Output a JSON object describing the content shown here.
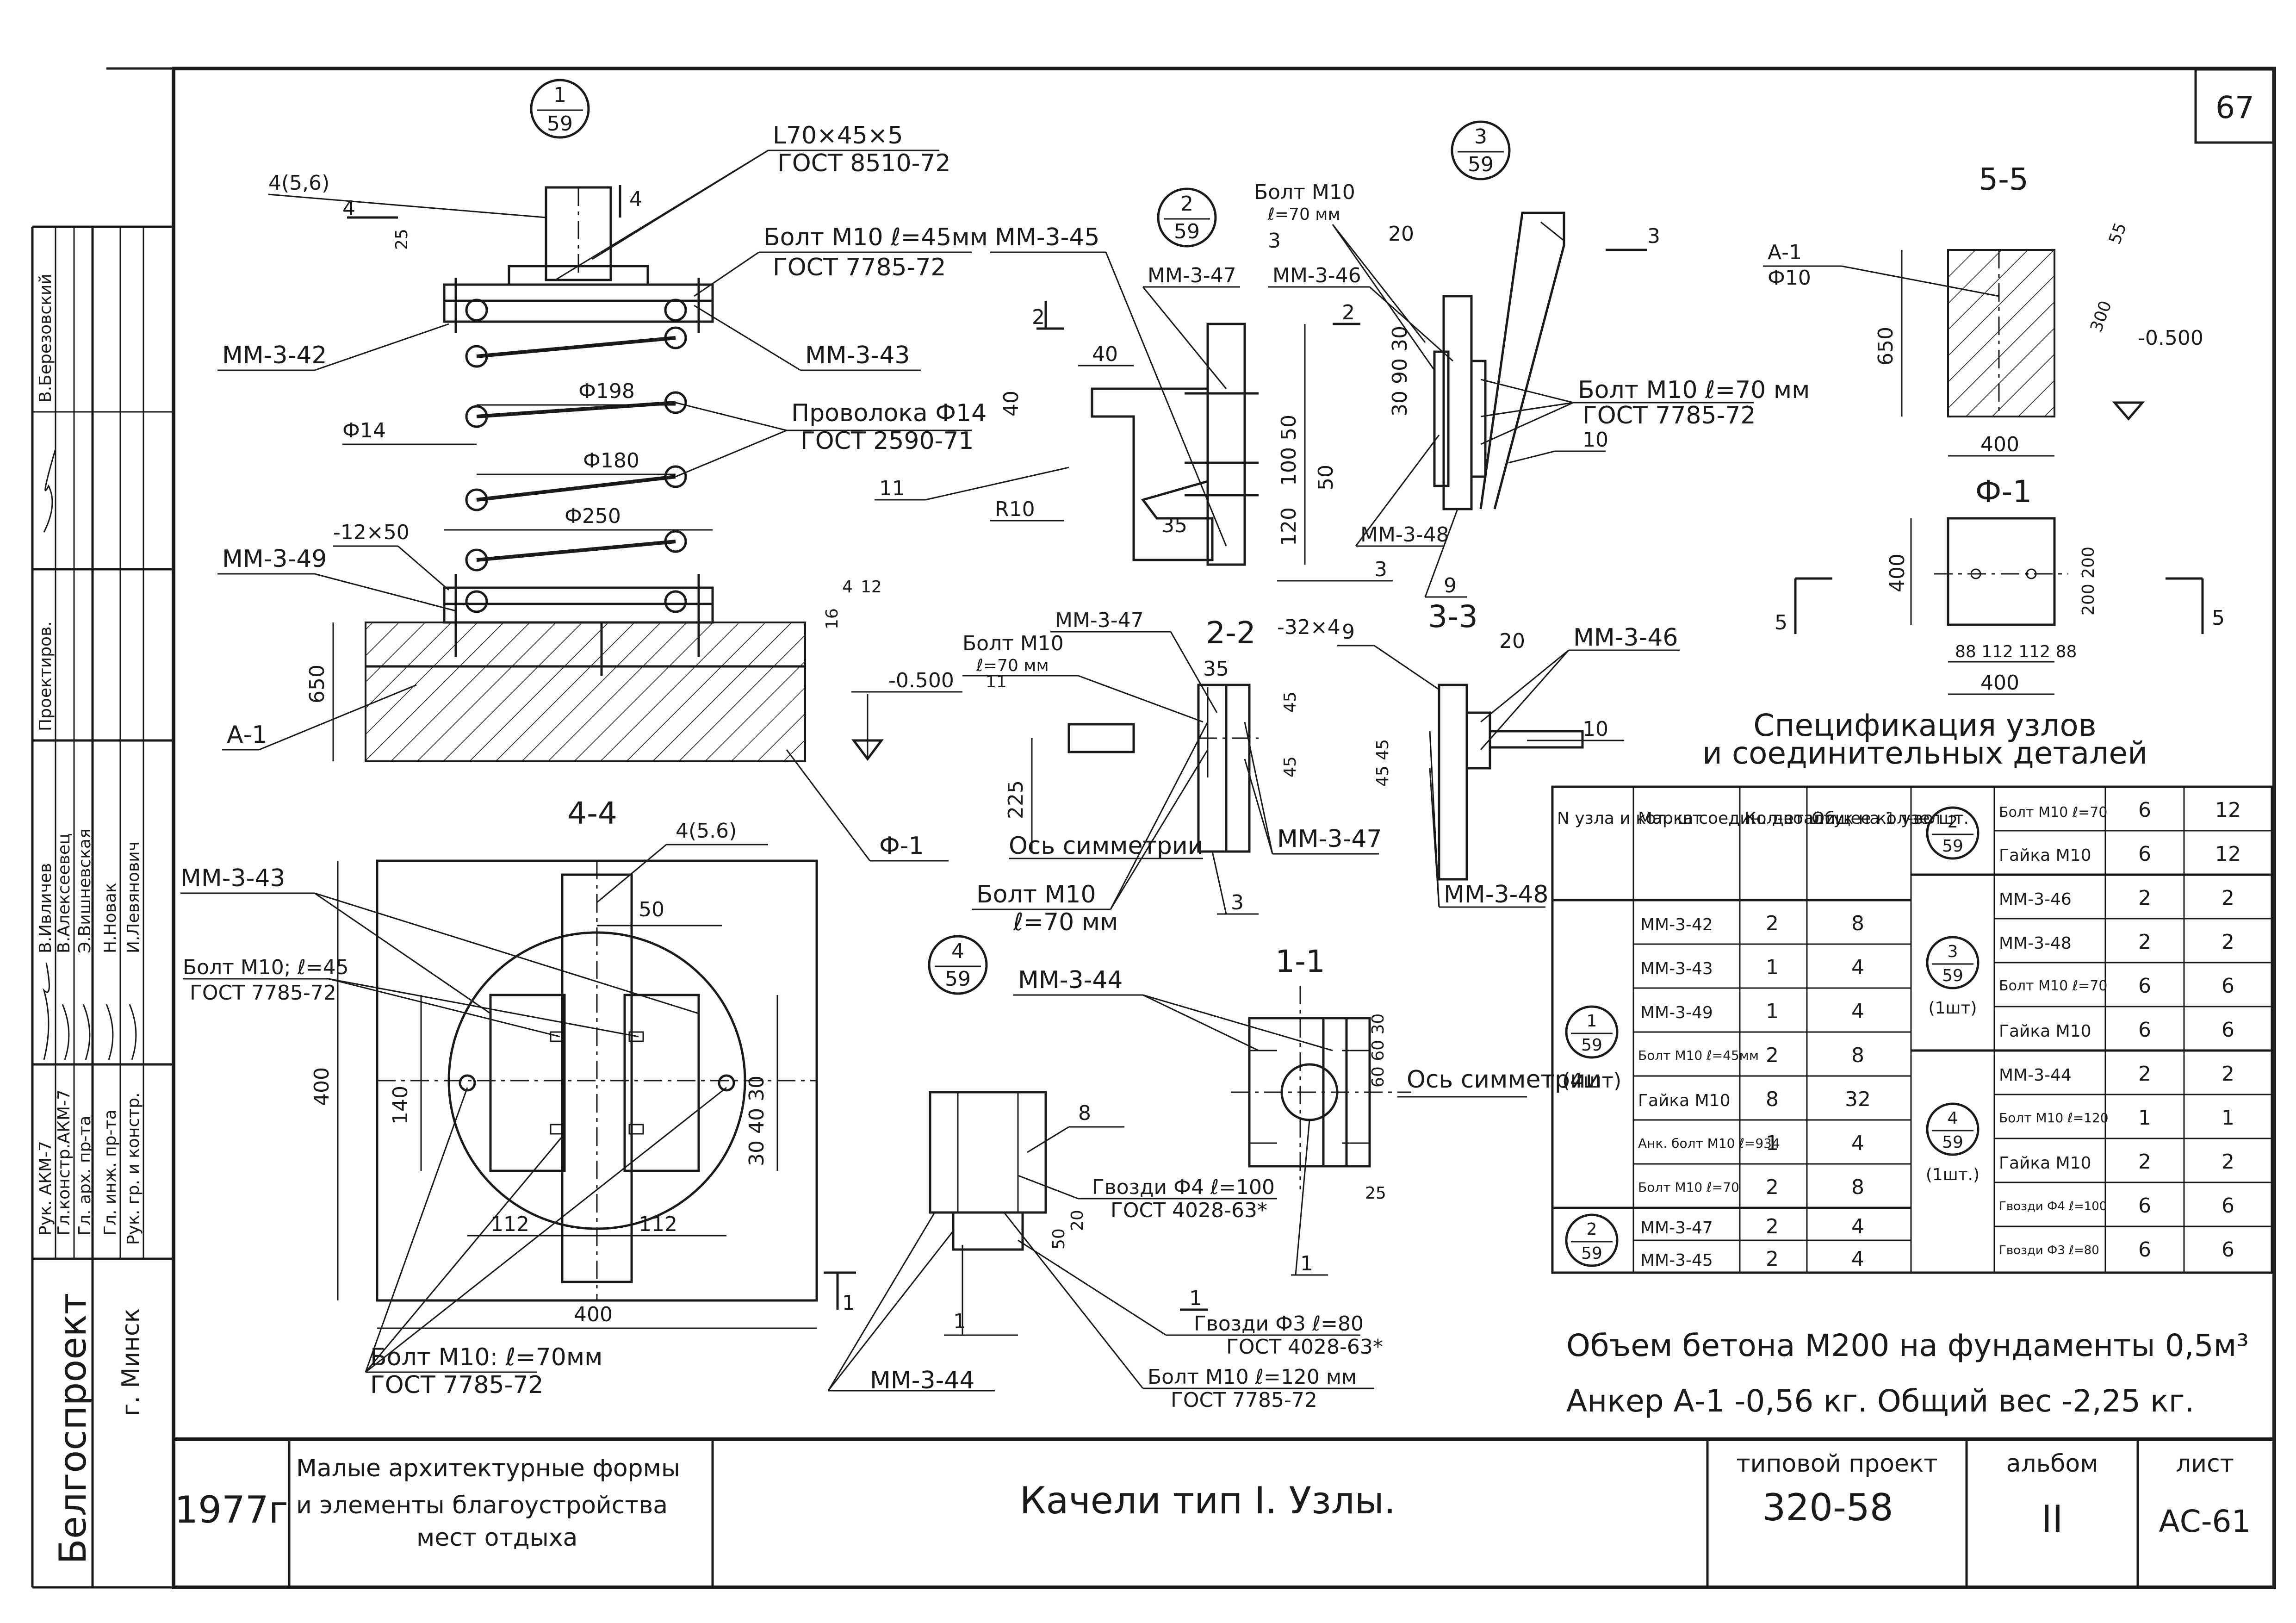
{
  "sheet": {
    "page_number": "67",
    "org": "Белгоспроект",
    "city": "г. Минск",
    "year": "1977г",
    "subject_line1": "Малые архитектурные формы",
    "subject_line2": "и элементы благоустройства",
    "subject_line3": "мест отдыха",
    "title": "Качели тип I. Узлы.",
    "project_label": "типовой проект",
    "project_number": "320-58",
    "album_label": "альбом",
    "album_value": "II",
    "sheet_label": "лист",
    "sheet_value": "АС-61"
  },
  "stamp": {
    "roles": [
      "Рук. АКМ-7",
      "Гл.констр.АКМ-7",
      "Гл. арх. пр-та",
      "Гл. инж. пр-та",
      "Рук. гр. и констр."
    ],
    "names": [
      "В.Ивличев",
      "В.Алексеевец",
      "Э.Вишневская",
      "Н.Новак",
      "И.Левянович"
    ],
    "proj_label": "Проектиров.",
    "designer": "В.Березовский"
  },
  "views": {
    "node1": {
      "num": "1",
      "den": "59"
    },
    "node2": {
      "num": "2",
      "den": "59"
    },
    "node3": {
      "num": "3",
      "den": "59"
    },
    "node4": {
      "num": "4",
      "den": "59"
    },
    "sec11": "1-1",
    "sec22": "2-2",
    "sec33": "3-3",
    "sec44": "4-4",
    "sec55": "5-5",
    "f1": "Ф-1"
  },
  "labels": {
    "angle": "L70×45×5",
    "gost8510": "ГОСТ 8510-72",
    "bolt45": "Болт М10 ℓ=45мм",
    "gost7785": "ГОСТ 7785-72",
    "mm342": "ММ-3-42",
    "mm343": "ММ-3-43",
    "mm344": "ММ-3-44",
    "mm345": "ММ-3-45",
    "mm346": "ММ-3-46",
    "mm347": "ММ-3-47",
    "mm348": "ММ-3-48",
    "mm349": "ММ-3-49",
    "wire": "Проволока Ф14",
    "gost2590": "ГОСТ 2590-71",
    "d14": "Ф14",
    "d198": "Ф198",
    "d180": "Ф180",
    "d250": "Ф250",
    "strip": "-12×50",
    "a1": "А-1",
    "f1": "Ф-1",
    "lvl": "-0.500",
    "d650": "650",
    "d25": "25",
    "d16": "16",
    "d4": "4",
    "d12": "12",
    "four56": "4(5,6)",
    "four": "4",
    "boltm10": "Болт М10",
    "l70": "ℓ=70 мм",
    "bolt70": "Болт М10 ℓ=70 мм",
    "s20": "20",
    "s3090": "30 90 30",
    "s10": "10",
    "s9": "9",
    "s3": "3",
    "s11": "11",
    "s8": "8",
    "s1": "1",
    "s2": "2",
    "s5": "5",
    "r10": "R10",
    "s40": "40",
    "s35": "35",
    "s120": "120",
    "s10050": "100 50",
    "s50": "50",
    "sym": "Ось симметрии",
    "s225": "225",
    "s45": "45",
    "s4545": "45 45",
    "s32x4": "-32×4",
    "nails4": "Гвозди Ф4 ℓ=100",
    "gost4028": "ГОСТ 4028-63*",
    "nails3": "Гвозди Ф3 ℓ=80",
    "bolt120": "Болт М10 ℓ=120 мм",
    "boltm10eq45": "Болт М10; ℓ=45",
    "boltm10eq70": "Болт М10: ℓ=70мм",
    "s400": "400",
    "s140": "140",
    "s112": "112",
    "s304030": "30 40 30",
    "s3040": "30 40",
    "s456": "4(5.6)",
    "s606030": "60 60 30",
    "s25": "25",
    "s300": "300",
    "s55": "55",
    "s200200": "200 200",
    "s88": "88 112 112 88",
    "s10b": "Ф10"
  },
  "spec": {
    "title1": "Спецификация узлов",
    "title2": "и соединительных деталей",
    "headers": [
      "N узла и кол. шт",
      "Марка соедин. детали",
      "Кол-во штук на 1 узел",
      "Общее кол-во шт."
    ],
    "node1_label": "(4шт)",
    "node1_rows": [
      [
        "ММ-3-42",
        "2",
        "8"
      ],
      [
        "ММ-3-43",
        "1",
        "4"
      ],
      [
        "ММ-3-49",
        "1",
        "4"
      ],
      [
        "Болт М10 ℓ=45мм",
        "2",
        "8"
      ],
      [
        "Гайка М10",
        "8",
        "32"
      ],
      [
        "Анк. болт М10 ℓ=934",
        "1",
        "4"
      ],
      [
        "Болт М10 ℓ=70",
        "2",
        "8"
      ]
    ],
    "node2_rows": [
      [
        "ММ-3-47",
        "2",
        "4"
      ],
      [
        "ММ-3-45",
        "2",
        "4"
      ]
    ],
    "right_top_rows": [
      [
        "Болт М10 ℓ=70",
        "6",
        "12"
      ],
      [
        "Гайка М10",
        "6",
        "12"
      ]
    ],
    "node3_label": "(1шт)",
    "node3_rows": [
      [
        "ММ-3-46",
        "2",
        "2"
      ],
      [
        "ММ-3-48",
        "2",
        "2"
      ],
      [
        "Болт М10 ℓ=70",
        "6",
        "6"
      ],
      [
        "Гайка М10",
        "6",
        "6"
      ]
    ],
    "node4_label": "(1шт.)",
    "node4_rows": [
      [
        "ММ-3-44",
        "2",
        "2"
      ],
      [
        "Болт М10 ℓ=120",
        "1",
        "1"
      ],
      [
        "Гайка М10",
        "2",
        "2"
      ],
      [
        "Гвозди Ф4 ℓ=100",
        "6",
        "6"
      ],
      [
        "Гвозди Ф3 ℓ=80",
        "6",
        "6"
      ]
    ]
  },
  "notes": {
    "line1": "Объем бетона М200 на фундаменты 0,5м³",
    "line2": "Анкер А-1 -0,56 кг. Общий вес -2,25 кг."
  }
}
